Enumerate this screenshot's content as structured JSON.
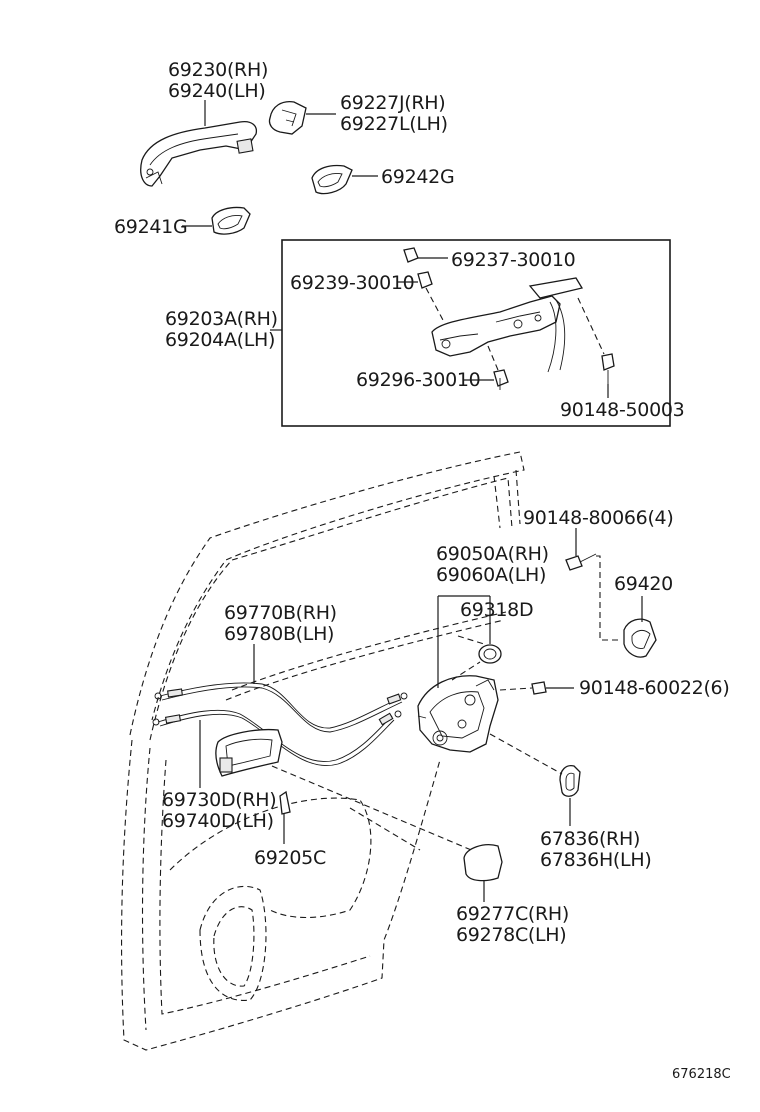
{
  "labels": {
    "l69230": "69230(RH)",
    "l69240": "69240(LH)",
    "l69227J": "69227J(RH)",
    "l69227L": "69227L(LH)",
    "l69242G": "69242G",
    "l69241G": "69241G",
    "l69237": "69237-30010",
    "l69239": "69239-30010",
    "l69203A": "69203A(RH)",
    "l69204A": "69204A(LH)",
    "l69296": "69296-30010",
    "l90148_50003": "90148-50003",
    "l90148_80066": "90148-80066(4)",
    "l69050A": "69050A(RH)",
    "l69060A": "69060A(LH)",
    "l69420": "69420",
    "l69318D": "69318D",
    "l69770B": "69770B(RH)",
    "l69780B": "69780B(LH)",
    "l90148_60022": "90148-60022(6)",
    "l69730D": "69730D(RH)",
    "l69740D": "69740D(LH)",
    "l69205C": "69205C",
    "l67836": "67836(RH)",
    "l67836H": "67836H(LH)",
    "l69277C": "69277C(RH)",
    "l69278C": "69278C(LH)"
  },
  "reference_code": "676218C"
}
